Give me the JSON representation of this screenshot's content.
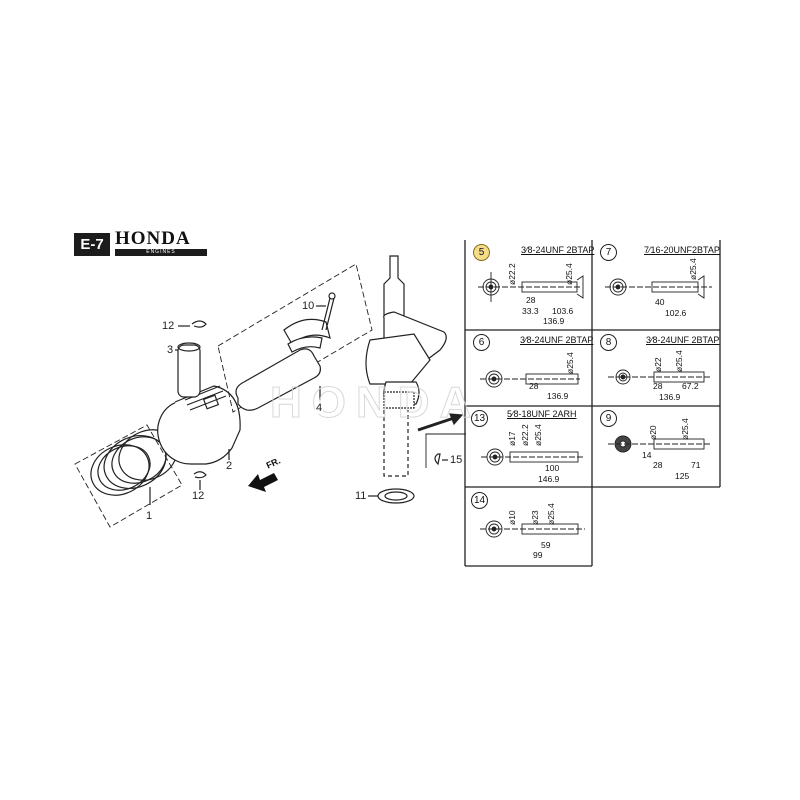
{
  "header": {
    "page_code": "E-7",
    "brand": "HONDA",
    "brand_sub": "ENGINES"
  },
  "watermark": "HONDA",
  "direction_marker": "FR.",
  "callouts": {
    "rings": "1",
    "piston": "2",
    "piston_pin": "3",
    "connecting_rod": "4",
    "rod_bolt": "10",
    "washer": "11",
    "clip_top": "12",
    "clip_bottom": "12",
    "key": "15"
  },
  "variants": [
    {
      "id": "5",
      "highlighted": true,
      "thread": "3/8-24UNF 2BTAP",
      "thread_frac": "3⁄8",
      "thread_rest": "-24UNF 2BTAP",
      "dims": {
        "d1": "ø22.2",
        "d2": "ø25.4",
        "l1": "28",
        "l2": "33.3",
        "l3": "103.6",
        "l4": "136.9"
      }
    },
    {
      "id": "7",
      "highlighted": false,
      "thread": "7/16-20UNF2BTAP",
      "thread_frac": "7⁄16",
      "thread_rest": "-20UNF2BTAP",
      "dims": {
        "d2": "ø25.4",
        "l1": "40",
        "l2": "102.6"
      }
    },
    {
      "id": "6",
      "highlighted": false,
      "thread": "3/8-24UNF 2BTAP",
      "thread_frac": "3⁄8",
      "thread_rest": "-24UNF 2BTAP",
      "dims": {
        "d2": "ø25.4",
        "l1": "28",
        "l2": "136.9"
      }
    },
    {
      "id": "8",
      "highlighted": false,
      "thread": "3/8-24UNF 2BTAP",
      "thread_frac": "3⁄8",
      "thread_rest": "-24UNF 2BTAP",
      "dims": {
        "d1": "ø22",
        "d2": "ø25.4",
        "l1": "28",
        "l2": "67.2",
        "l3": "136.9"
      }
    },
    {
      "id": "13",
      "highlighted": false,
      "thread": "5/8-18UNF 2ARH",
      "thread_frac": "5⁄8",
      "thread_rest": "-18UNF 2ARH",
      "dims": {
        "d0": "ø17",
        "d1": "ø22.2",
        "d2": "ø25.4",
        "l1": "100",
        "l2": "146.9"
      }
    },
    {
      "id": "9",
      "highlighted": false,
      "thread": "",
      "dims": {
        "d1": "ø20",
        "d2": "ø25.4",
        "l0": "14",
        "l1": "28",
        "l2": "71",
        "l3": "125"
      }
    },
    {
      "id": "14",
      "highlighted": false,
      "thread": "",
      "dims": {
        "d0": "ø10",
        "d1": "ø23",
        "d2": "ø25.4",
        "l1": "59",
        "l2": "99"
      }
    }
  ]
}
